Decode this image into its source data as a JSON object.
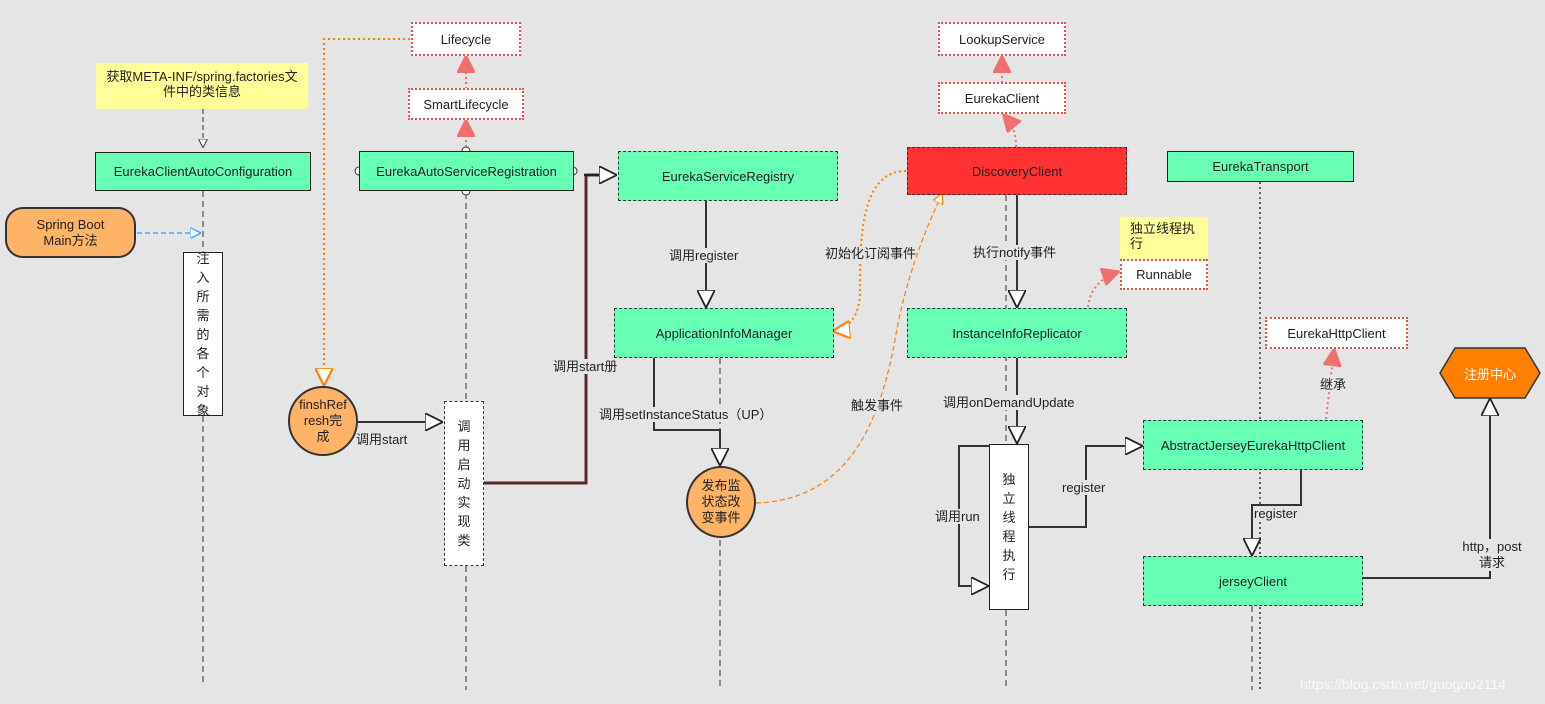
{
  "nodes": {
    "eureka_client_auto_configuration": "EurekaClientAutoConfiguration",
    "eureka_auto_service_registration": "EurekaAutoServiceRegistration",
    "eureka_service_registry": "EurekaServiceRegistry",
    "discovery_client": "DiscoveryClient",
    "eureka_transport": "EurekaTransport",
    "lifecycle": "Lifecycle",
    "smart_lifecycle": "SmartLifecycle",
    "lookup_service": "LookupService",
    "eureka_client": "EurekaClient",
    "runnable": "Runnable",
    "eureka_http_client": "EurekaHttpClient",
    "spring_boot_main": "Spring Boot Main方法",
    "inject_objects": "注入所需的各个对象",
    "finsh_refresh": "finshRefresh完成",
    "invoke_start_impl": "调用启动实现类",
    "application_info_manager": "ApplicationInfoManager",
    "instance_info_replicator": "InstanceInfoReplicator",
    "publish_status_event": "发布监状态改变事件",
    "independent_thread": "独立线程执行",
    "abstract_jersey_eureka_http_client": "AbstractJerseyEurekaHttpClient",
    "jersey_client": "jerseyClient",
    "registry_center": "注册中心"
  },
  "notes": {
    "spring_factories": "获取META-INF/spring.factories文件中的类信息",
    "independent_thread": "独立线程执行"
  },
  "labels": {
    "call_start": "调用start",
    "call_register": "调用register",
    "call_start_register": "调用start册",
    "call_set_instance_status": "调用setInstanceStatus（UP）",
    "init_subscribe_event": "初始化订阅事件",
    "trigger_event": "触发事件",
    "exec_notify_event": "执行notify事件",
    "call_on_demand_update": "调用onDemandUpdate",
    "call_run": "调用run",
    "register_1": "register",
    "register_2": "register",
    "inherit": "继承",
    "http_post": "http，post请求"
  },
  "watermark": "https://blog.csdn.net/guoguo2114",
  "colors": {
    "background": "#e5e5e5",
    "green_node": "#66ffb3",
    "red_node": "#ff3333",
    "orange_node": "#ffb366",
    "hexagon": "#ff8000",
    "note": "#ffff99",
    "dotted_red": "#e05050",
    "dotted_orange": "#ff8000",
    "dashed_blue": "#3399ff"
  }
}
